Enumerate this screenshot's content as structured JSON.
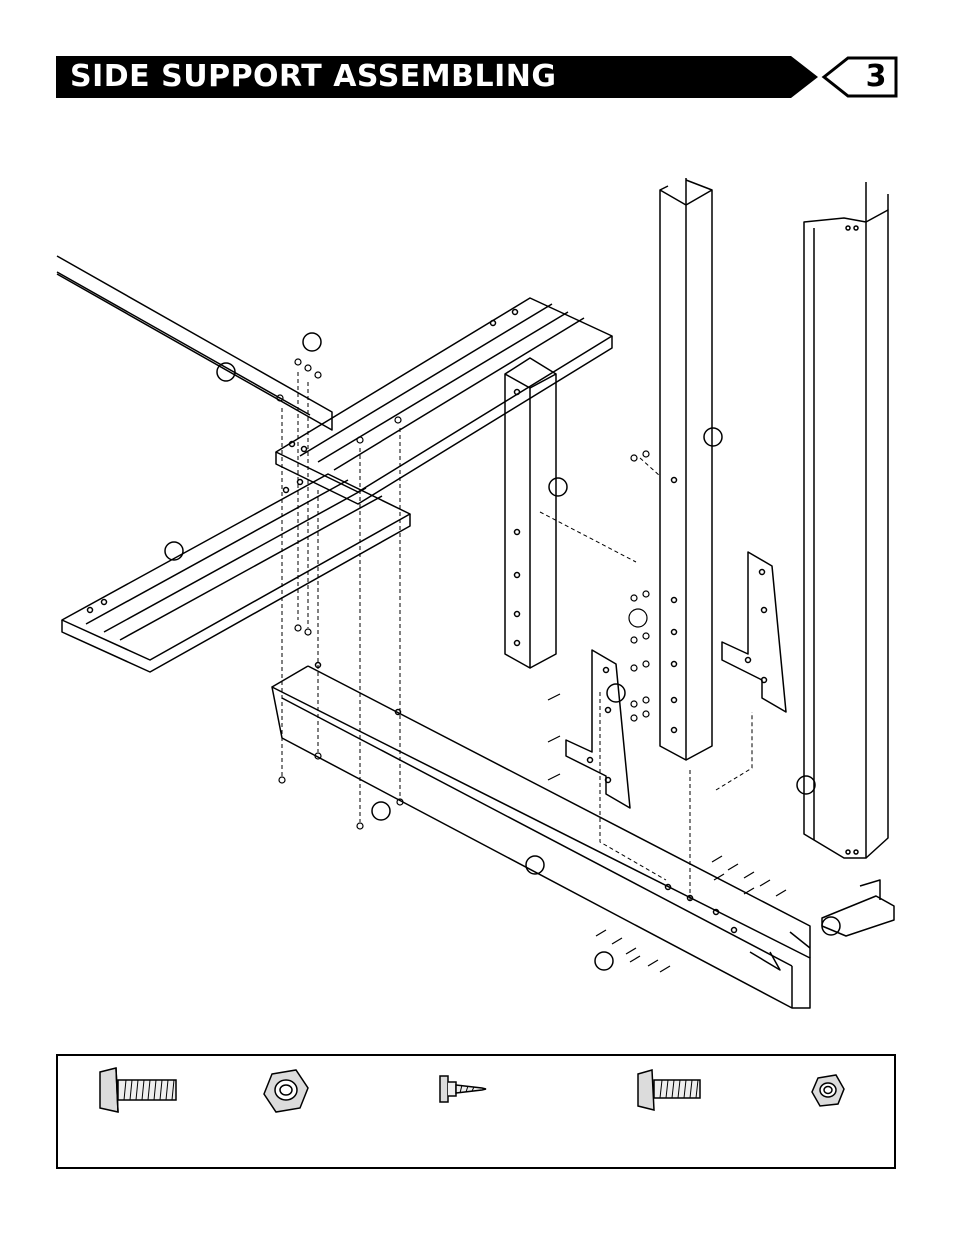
{
  "header": {
    "title": "SIDE SUPPORT ASSEMBLING",
    "step_number": "3"
  },
  "diagram": {
    "parts": [
      "long-side-rail",
      "floor-panel-upper",
      "floor-panel-lower",
      "bottom-channel",
      "short-post",
      "tall-post-front",
      "tall-post-rear",
      "corner-bracket-left",
      "corner-bracket-right",
      "small-corner-bracket"
    ],
    "callout_icon": "part-callout-circle"
  },
  "hardware": {
    "items": [
      {
        "name": "long-bolt",
        "icon": "hex-bolt-long-icon"
      },
      {
        "name": "large-hex-nut",
        "icon": "hex-nut-large-icon"
      },
      {
        "name": "self-tapping-screw",
        "icon": "washer-screw-icon"
      },
      {
        "name": "short-bolt",
        "icon": "hex-bolt-short-icon"
      },
      {
        "name": "small-hex-nut",
        "icon": "hex-nut-small-icon"
      }
    ]
  },
  "colors": {
    "banner": "#000000",
    "line": "#000000",
    "background": "#ffffff"
  }
}
